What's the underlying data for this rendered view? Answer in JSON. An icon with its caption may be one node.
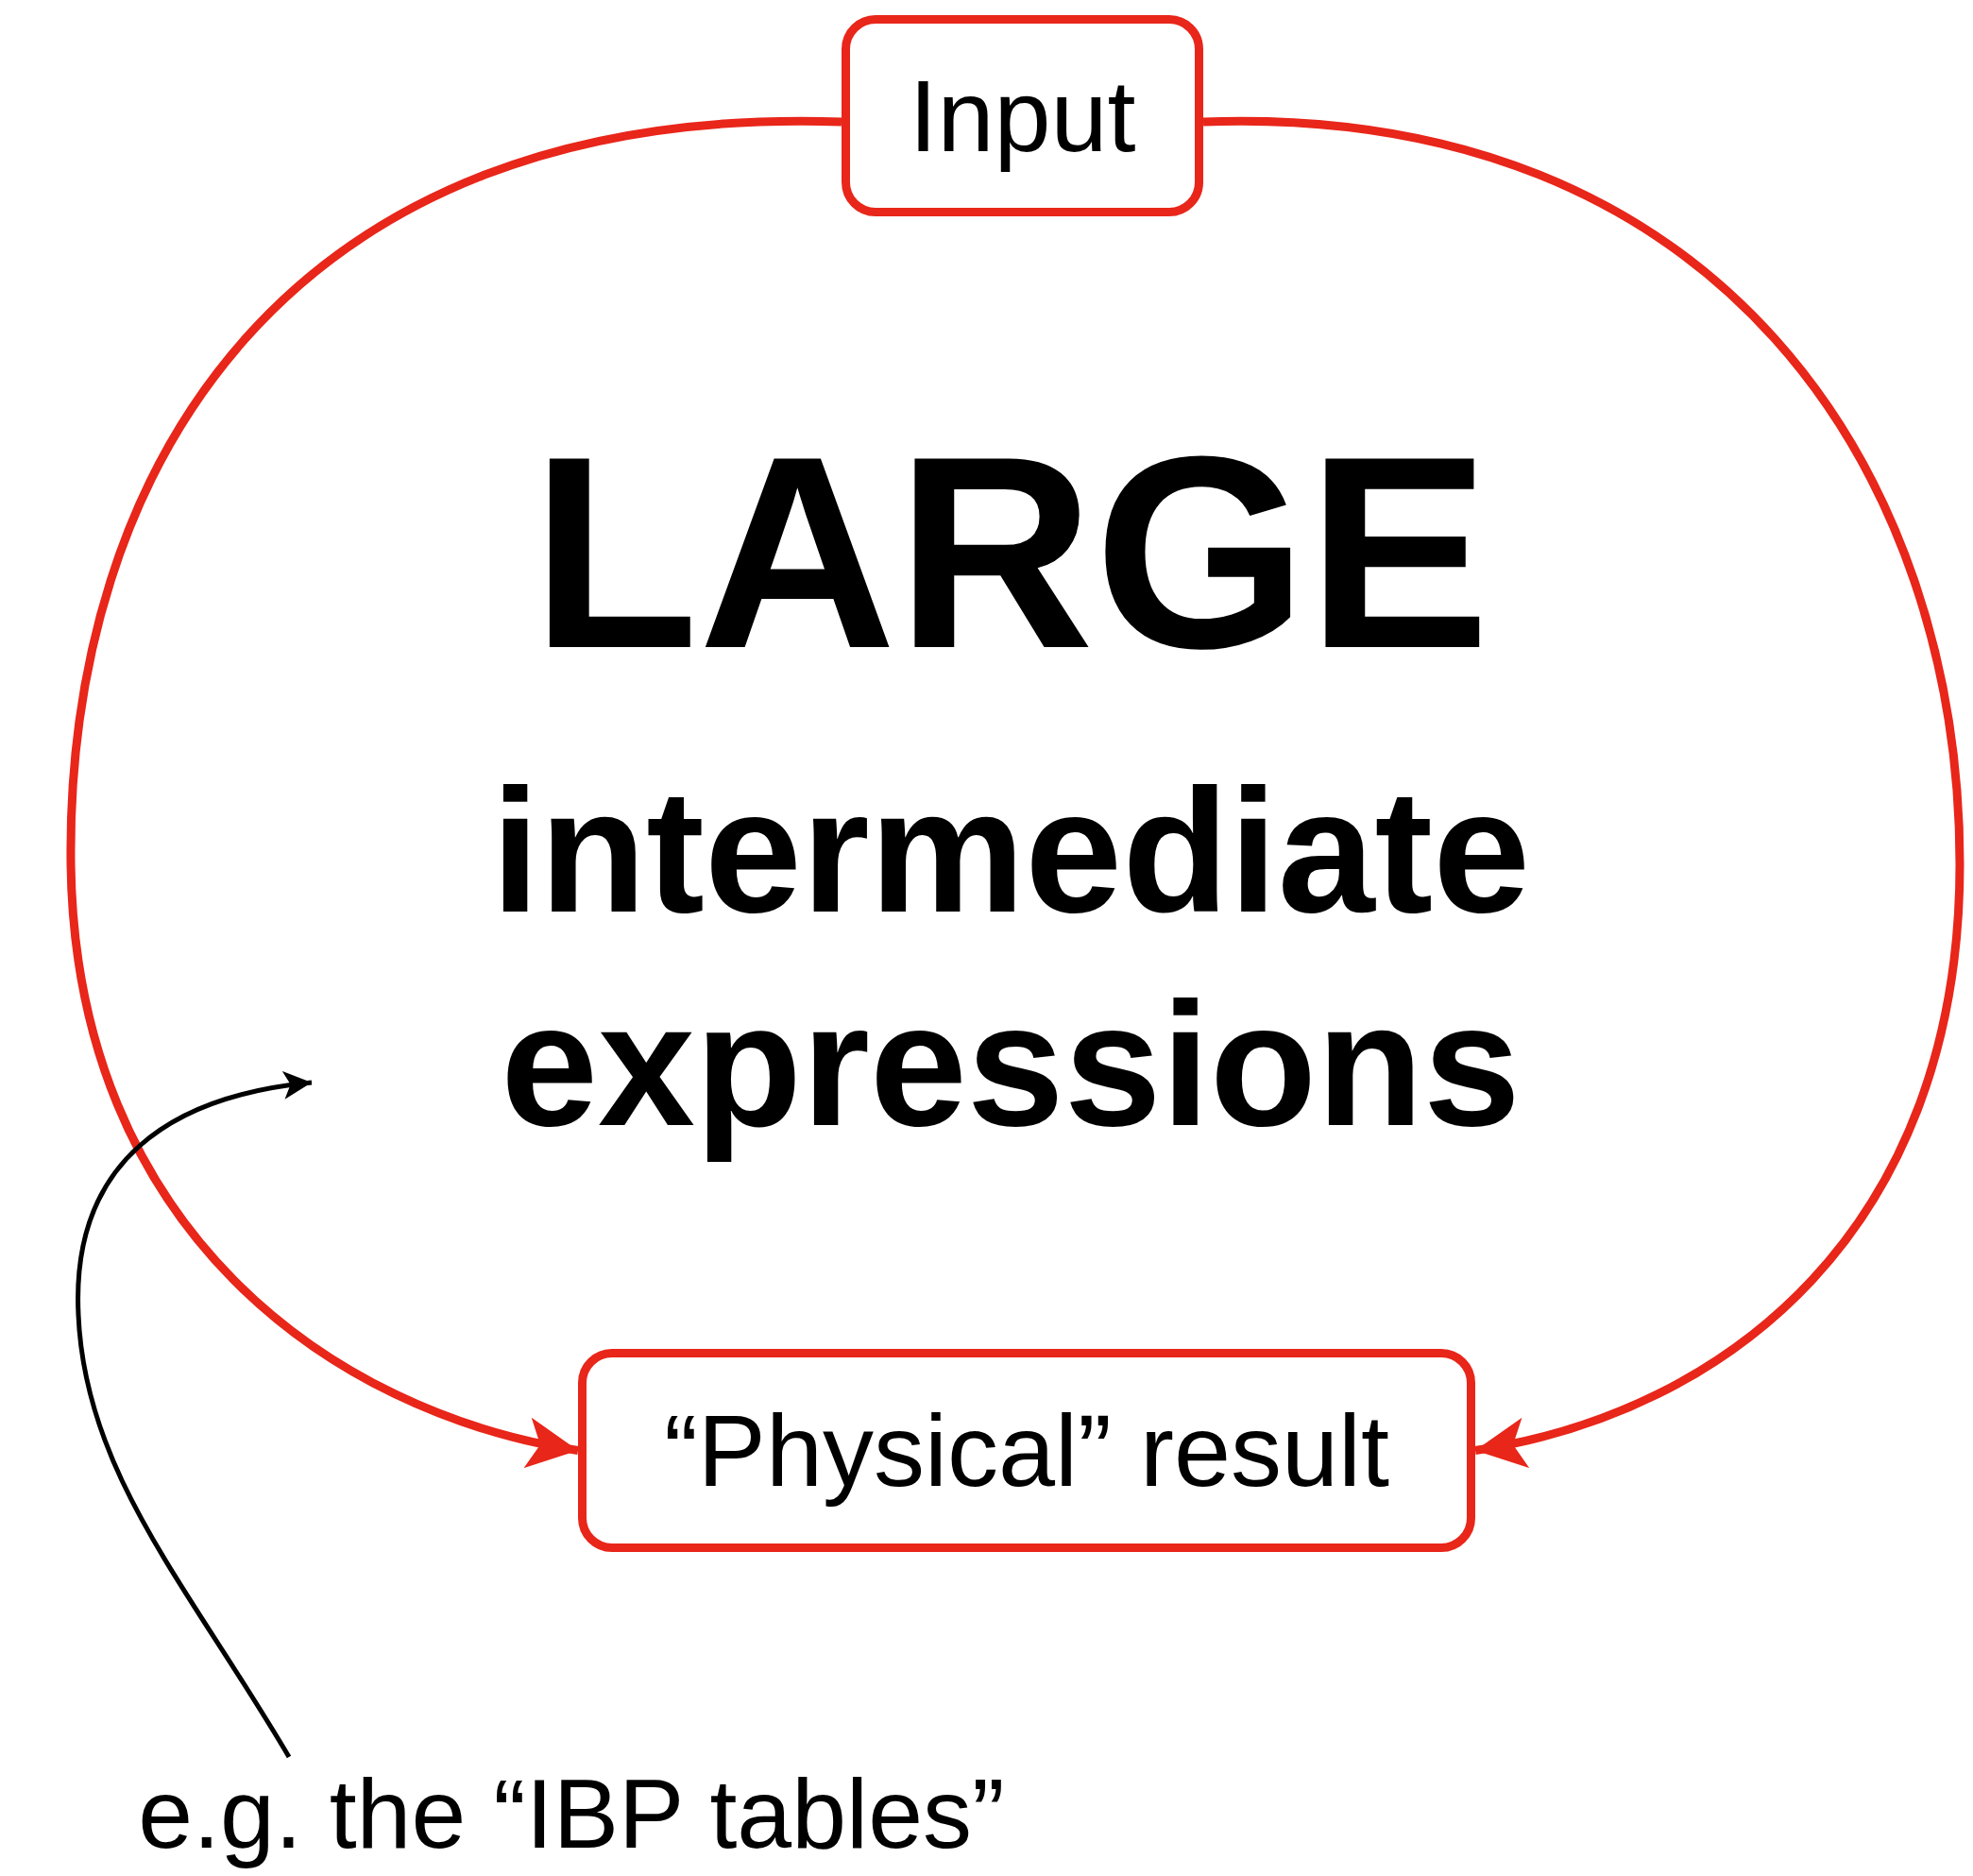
{
  "diagram": {
    "nodes": [
      {
        "text": [
          "Input"
        ]
      },
      {
        "text": [
          "LARGE",
          "intermediate expressions"
        ]
      },
      {
        "text": [
          "“Physical” result"
        ]
      },
      {
        "text": [
          "e.g. the “IBP tables”"
        ]
      }
    ],
    "edges": [
      {
        "from": 0,
        "to": 2,
        "arrow": "to"
      },
      {
        "from": 0,
        "to": 2,
        "arrow": "to"
      },
      {
        "from": 3,
        "to": 1,
        "arrow": "to",
        "color": "#000000"
      }
    ]
  }
}
